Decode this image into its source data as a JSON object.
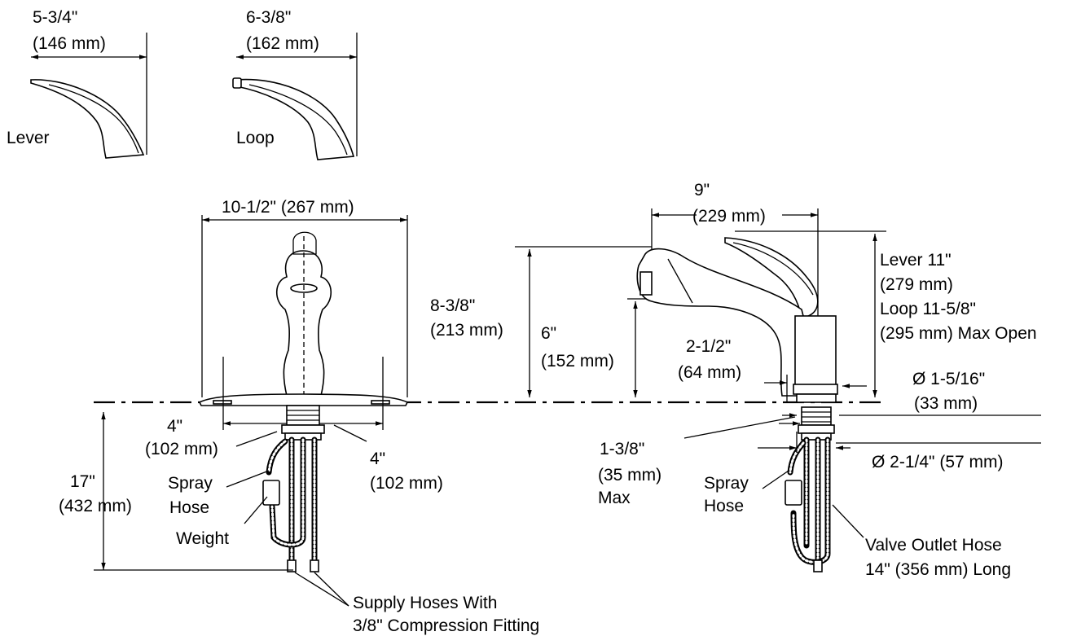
{
  "handles": {
    "lever": {
      "width_in": "5-3/4\"",
      "width_mm": "(146 mm)",
      "label": "Lever"
    },
    "loop": {
      "width_in": "6-3/8\"",
      "width_mm": "(162 mm)",
      "label": "Loop"
    }
  },
  "front_view": {
    "plate_width": "10-1/2\" (267 mm)",
    "left_spacing_in": "4\"",
    "left_spacing_mm": "(102 mm)",
    "right_spacing_in": "4\"",
    "right_spacing_mm": "(102 mm)",
    "spray_hose_line1": "Spray",
    "spray_hose_line2": "Hose",
    "weight": "Weight",
    "total_depth_in": "17\"",
    "total_depth_mm": "(432 mm)",
    "supply_line1": "Supply Hoses With",
    "supply_line2": "3/8\" Compression Fitting"
  },
  "side_view": {
    "height_in": "8-3/8\"",
    "height_mm": "(213 mm)",
    "spout_height_in": "6\"",
    "spout_height_mm": "(152 mm)",
    "reach_in": "9\"",
    "reach_mm": "(229 mm)",
    "open_line1": "Lever 11\"",
    "open_line2": "(279 mm)",
    "open_line3": "Loop 11-5/8\"",
    "open_line4": "(295 mm) Max Open",
    "offset_in": "2-1/2\"",
    "offset_mm": "(64 mm)",
    "base_dia_in": "Ø 1-5/16\"",
    "base_dia_mm": "(33 mm)",
    "deck_in": "1-3/8\"",
    "deck_mm": "(35 mm)",
    "deck_max": "Max",
    "shank_dia": "Ø 2-1/4\" (57 mm)",
    "spray_hose_line1": "Spray",
    "spray_hose_line2": "Hose",
    "valve_line1": "Valve Outlet Hose",
    "valve_line2": "14\" (356 mm) Long"
  }
}
